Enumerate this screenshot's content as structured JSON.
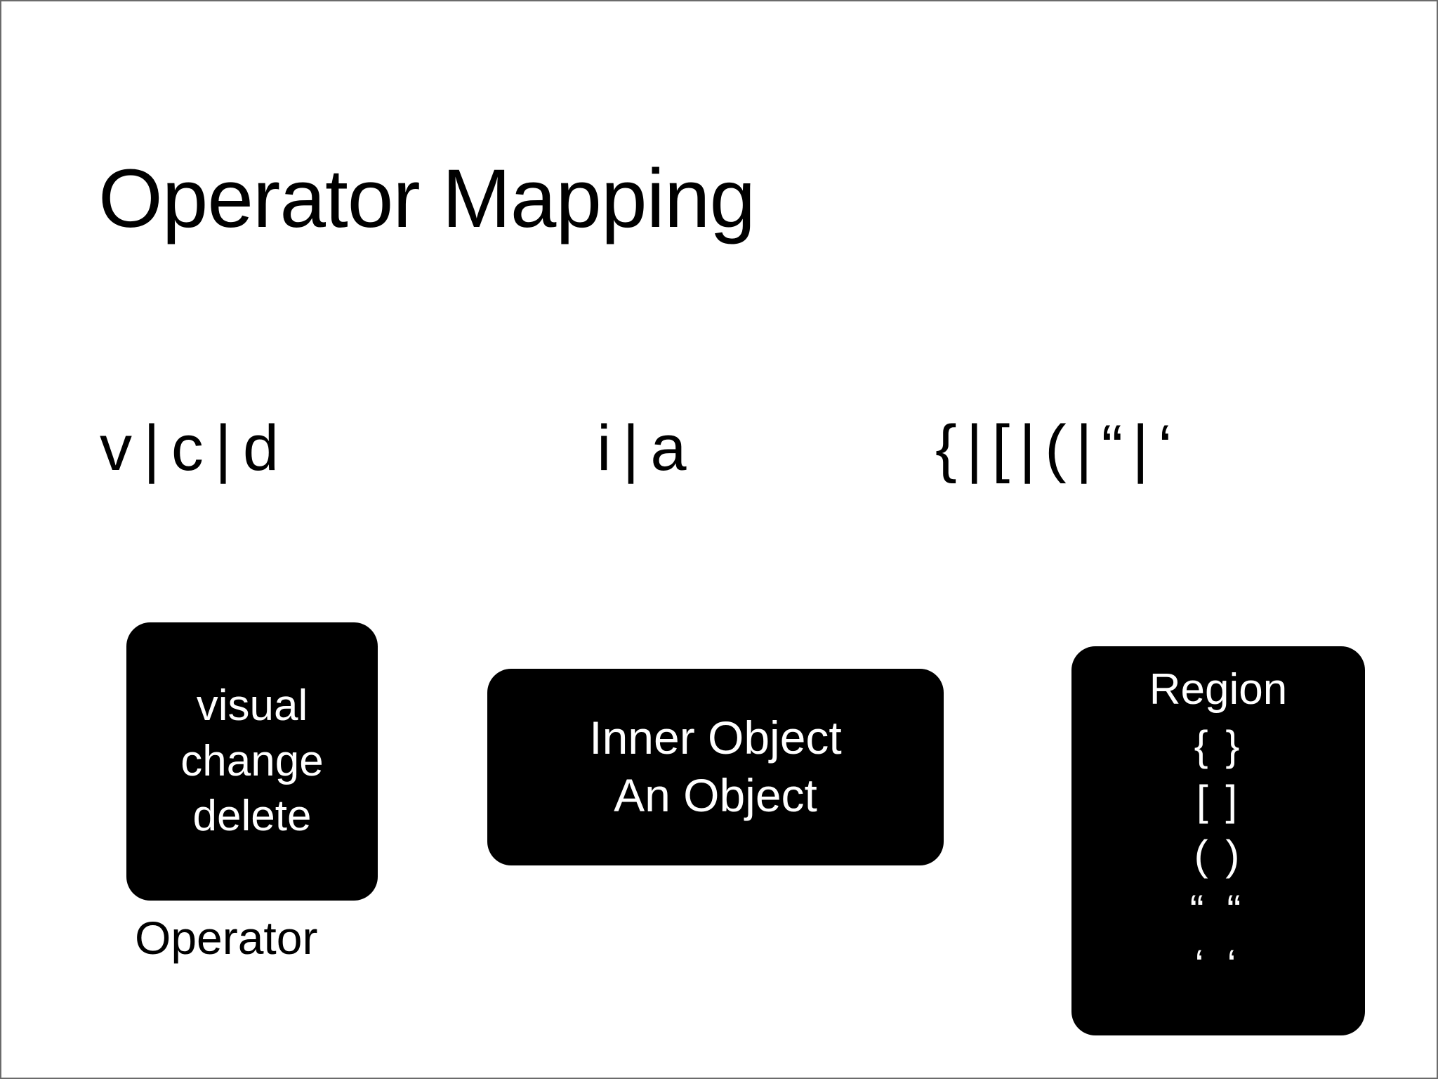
{
  "slide": {
    "title": "Operator Mapping",
    "background_color": "#ffffff",
    "text_color": "#000000",
    "card_color": "#000000",
    "card_text_color": "#ffffff",
    "border_color": "#6b6b6b"
  },
  "key_groups": [
    {
      "id": "operator",
      "tokens": [
        "v",
        "c",
        "d"
      ],
      "separator": "|",
      "t0": "v",
      "s0": "|",
      "t1": "c",
      "s1": "|",
      "t2": "d"
    },
    {
      "id": "inner",
      "tokens": [
        "i",
        "a"
      ],
      "separator": "|",
      "t0": "i",
      "s0": "|",
      "t1": "a"
    },
    {
      "id": "region",
      "tokens": [
        "{",
        "[",
        "(",
        "“",
        "‘"
      ],
      "separator": "|",
      "t0": "{",
      "s0": "|",
      "t1": "[",
      "s1": "|",
      "t2": "(",
      "s2": "|",
      "t3": "“",
      "s3": "|",
      "t4": "‘"
    }
  ],
  "cards": {
    "operator": {
      "lines": [
        "visual",
        "change",
        "delete"
      ],
      "line0": "visual",
      "line1": "change",
      "line2": "delete"
    },
    "inner": {
      "lines": [
        "Inner Object",
        "An Object"
      ],
      "line0": "Inner Object",
      "line1": "An Object"
    },
    "region": {
      "title": "Region",
      "lines": [
        "{ }",
        "[ ]",
        "( )",
        "“ “",
        "‘ ‘"
      ],
      "line0": "{ }",
      "line1": "[ ]",
      "line2": "( )",
      "line3": "“ “",
      "line4": "‘ ‘"
    }
  },
  "captions": {
    "operator": "Operator"
  }
}
